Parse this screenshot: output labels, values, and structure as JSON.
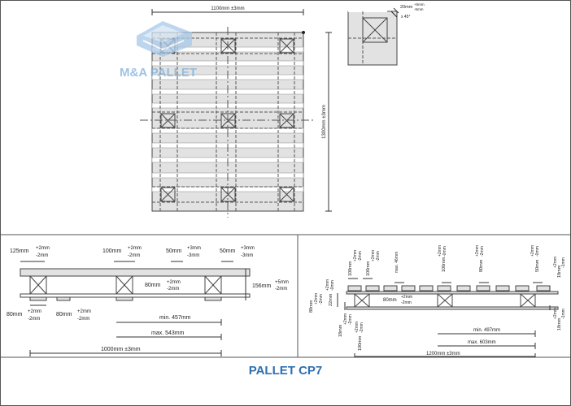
{
  "brand": {
    "logo_text": "M&A PALLET",
    "accent_color": "#7fb0dc"
  },
  "top_view": {
    "width_dim": "1100mm  ±3mm",
    "length_dim": "1300mm  ±3mm"
  },
  "corner_detail": {
    "chamfer_dim": "20mm",
    "chamfer_tol_plus": "+5mm",
    "chamfer_tol_minus": "-5mm",
    "angle": "x 45°"
  },
  "side_view_left": {
    "top_left_board": "125mm",
    "top_left_board_tol": [
      "+2mm",
      "-2mm"
    ],
    "top_middle_board": "100mm",
    "top_middle_board_tol": [
      "+2mm",
      "-2mm"
    ],
    "gap_a": "50mm",
    "gap_a_tol": [
      "+3mm",
      "-3mm"
    ],
    "gap_b": "50mm",
    "gap_b_tol": [
      "+3mm",
      "-3mm"
    ],
    "block_width": "80mm",
    "block_width_tol": [
      "+2mm",
      "-2mm"
    ],
    "height": "156mm",
    "height_tol": [
      "+5mm",
      "-2mm"
    ],
    "bottom_board_a": "80mm",
    "bottom_board_a_tol": [
      "+2mm",
      "-2mm"
    ],
    "bottom_board_b": "80mm",
    "bottom_board_b_tol": [
      "+2mm",
      "-2mm"
    ],
    "min_dim": "min. 457mm",
    "max_dim": "max. 543mm",
    "overall": "1000mm  ±3mm"
  },
  "side_view_right": {
    "top_labels": [
      "100mm",
      "+2mm",
      "-2mm",
      "100mm",
      "+2mm",
      "-2mm",
      "max. 46mm",
      "100mm",
      "+2mm",
      "-0mm",
      "80mm",
      "+2mm",
      "-2mm",
      "50mm",
      "+2mm",
      "-0mm"
    ],
    "block_height": "80mm",
    "block_height_tol": [
      "+2mm",
      "-2mm"
    ],
    "deck_gap": "22mm",
    "deck_gap_tol": [
      "+2mm",
      "-0mm"
    ],
    "block_width": "80mm",
    "block_width_tol": [
      "+2mm",
      "-2mm"
    ],
    "bottom_thickness": "18mm",
    "bottom_thickness_tol": [
      "+2mm",
      "-2mm"
    ],
    "bottom_board": "100mm",
    "bottom_board_tol": [
      "+2mm",
      "-2mm"
    ],
    "right_top": "18mm",
    "right_top_tol": [
      "+2mm",
      "-1mm"
    ],
    "right_bottom": "18mm",
    "right_bottom_tol": [
      "+2mm",
      "-1mm"
    ],
    "min_dim": "min. 497mm",
    "max_dim": "max. 603mm",
    "overall": "1200mm  ±3mm"
  },
  "footer": {
    "title": "PALLET CP7",
    "title_color": "#2f6fb2"
  }
}
